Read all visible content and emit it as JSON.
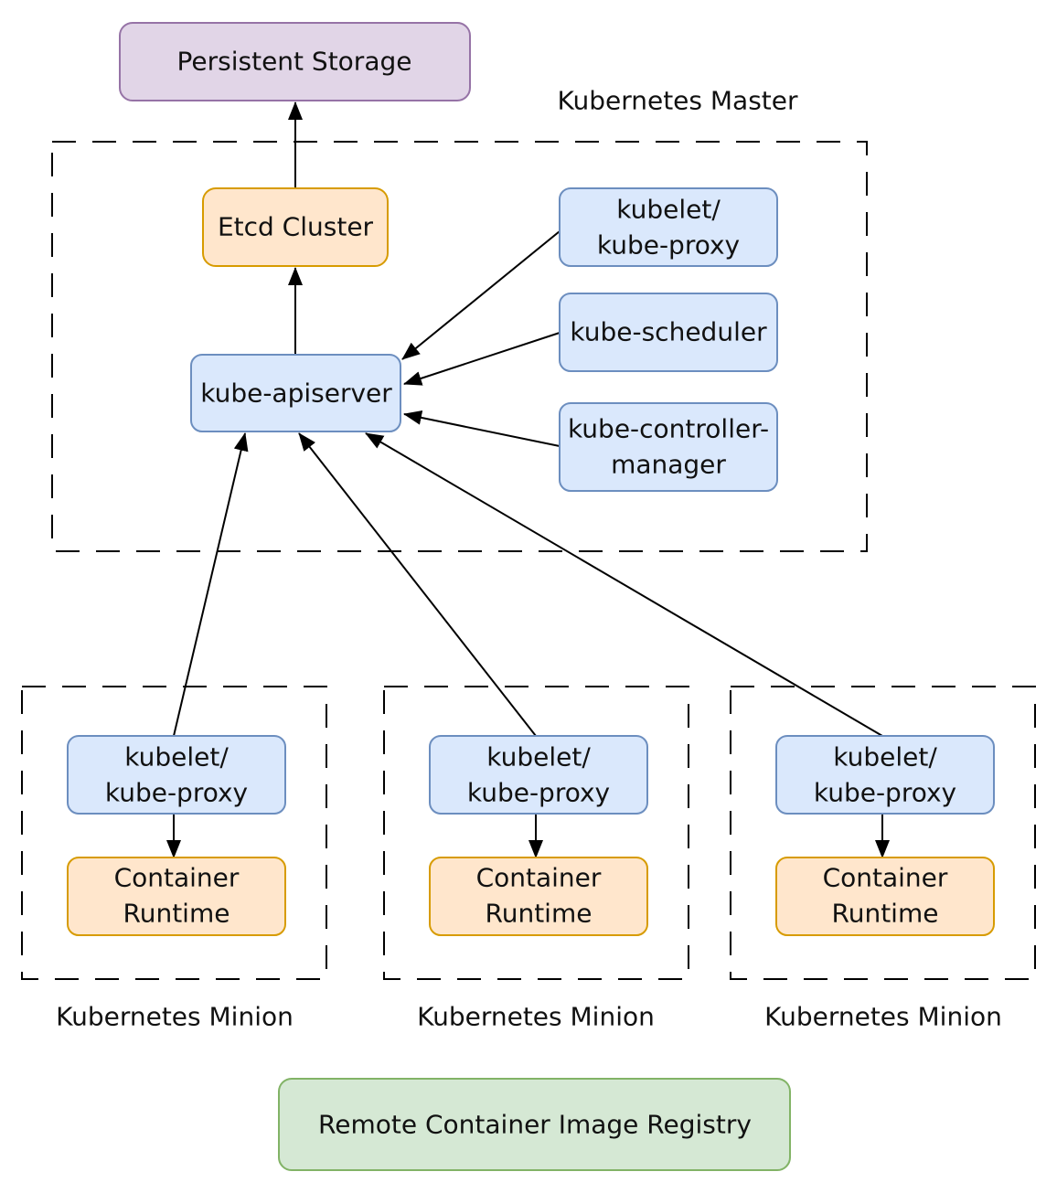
{
  "colors": {
    "storage_fill": "#e1d5e7",
    "storage_stroke": "#9673a6",
    "orange_fill": "#ffe6cc",
    "orange_stroke": "#d79b00",
    "blue_fill": "#dae8fc",
    "blue_stroke": "#6c8ebf",
    "green_fill": "#d5e8d4",
    "green_stroke": "#82b366"
  },
  "groups": {
    "master": {
      "label": "Kubernetes Master"
    },
    "minions": [
      {
        "label": "Kubernetes Minion"
      },
      {
        "label": "Kubernetes Minion"
      },
      {
        "label": "Kubernetes Minion"
      }
    ]
  },
  "nodes": {
    "persistent_storage": {
      "lines": [
        "Persistent Storage"
      ]
    },
    "etcd": {
      "lines": [
        "Etcd Cluster"
      ]
    },
    "apiserver": {
      "lines": [
        "kube-apiserver"
      ]
    },
    "master_kubelet": {
      "lines": [
        "kubelet/",
        "kube-proxy"
      ]
    },
    "scheduler": {
      "lines": [
        "kube-scheduler"
      ]
    },
    "controller_manager": {
      "lines": [
        "kube-controller-",
        "manager"
      ]
    },
    "minion_kubelets": [
      {
        "lines": [
          "kubelet/",
          "kube-proxy"
        ]
      },
      {
        "lines": [
          "kubelet/",
          "kube-proxy"
        ]
      },
      {
        "lines": [
          "kubelet/",
          "kube-proxy"
        ]
      }
    ],
    "container_runtimes": [
      {
        "lines": [
          "Container",
          "Runtime"
        ]
      },
      {
        "lines": [
          "Container",
          "Runtime"
        ]
      },
      {
        "lines": [
          "Container",
          "Runtime"
        ]
      }
    ],
    "registry": {
      "lines": [
        "Remote Container Image Registry"
      ]
    }
  },
  "edges": [
    {
      "from": "etcd",
      "to": "persistent_storage"
    },
    {
      "from": "apiserver",
      "to": "etcd"
    },
    {
      "from": "master_kubelet",
      "to": "apiserver"
    },
    {
      "from": "scheduler",
      "to": "apiserver"
    },
    {
      "from": "controller_manager",
      "to": "apiserver"
    },
    {
      "from": "minion_kubelet_1",
      "to": "apiserver"
    },
    {
      "from": "minion_kubelet_2",
      "to": "apiserver"
    },
    {
      "from": "minion_kubelet_3",
      "to": "apiserver"
    },
    {
      "from": "minion_kubelet_1",
      "to": "container_runtime_1"
    },
    {
      "from": "minion_kubelet_2",
      "to": "container_runtime_2"
    },
    {
      "from": "minion_kubelet_3",
      "to": "container_runtime_3"
    }
  ]
}
